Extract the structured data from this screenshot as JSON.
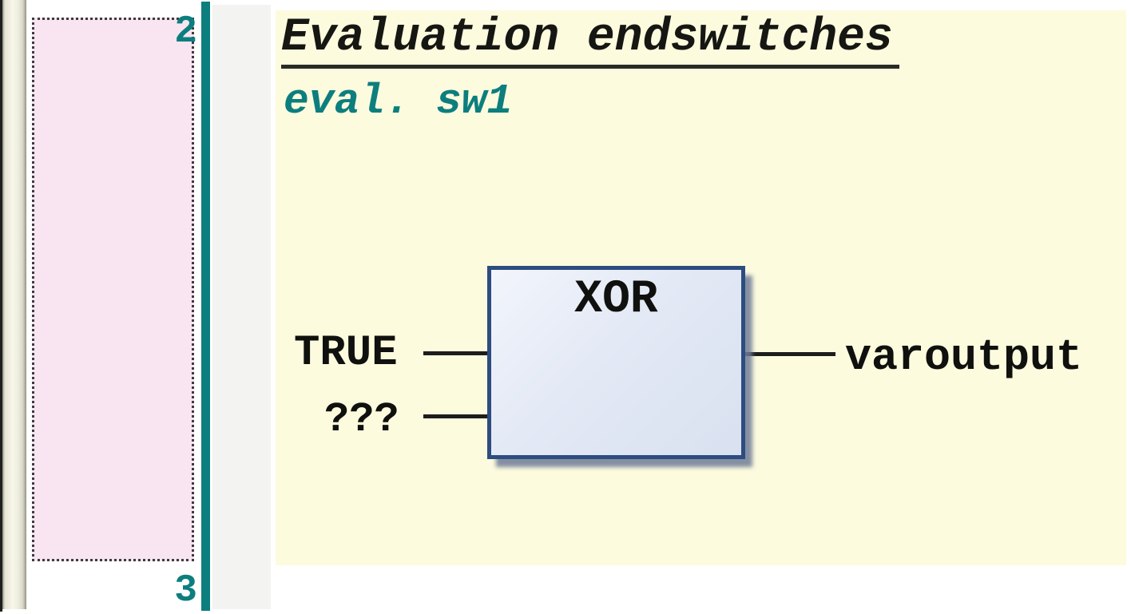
{
  "gutter": {
    "network_numbers": [
      "2",
      "3"
    ]
  },
  "network": {
    "title": "Evaluation endswitches",
    "label": "eval. sw1",
    "block": {
      "name": "XOR"
    },
    "inputs": [
      {
        "value": "TRUE"
      },
      {
        "value": "???"
      }
    ],
    "output": {
      "value": "varoutput"
    }
  },
  "colors": {
    "accent_teal": "#0d7e7e",
    "canvas_yellow": "#fcfbde",
    "selection_pink": "#f8e5f1",
    "block_fill": "#dfe6f3",
    "block_border": "#2d4c80",
    "wire_black": "#1d1d1d"
  }
}
